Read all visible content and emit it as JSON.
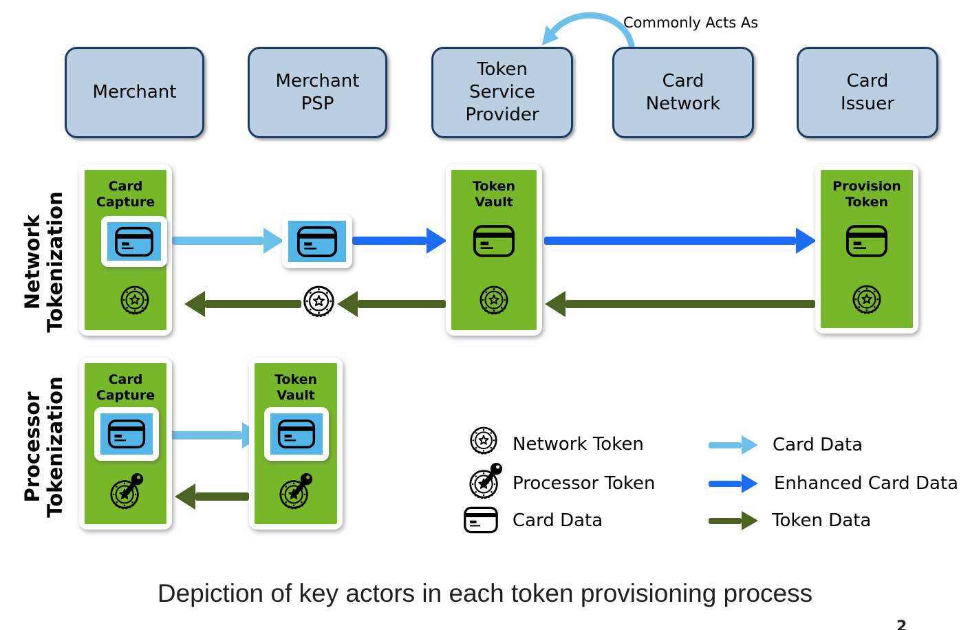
{
  "colors": {
    "actor_fill": "#bad0e2",
    "actor_border": "#1b3a66",
    "green": "#77b82b",
    "light_blue": "#6cc0ea",
    "card_bg_blue": "#54b5e8",
    "blue": "#1c6cf4",
    "olive": "#4b6222",
    "text": "#000000"
  },
  "top_annotation": {
    "label": "Commonly Acts As"
  },
  "actors": [
    {
      "label": "Merchant"
    },
    {
      "label": "Merchant PSP"
    },
    {
      "label": "Token Service Provider"
    },
    {
      "label": "Card Network"
    },
    {
      "label": "Card Issuer"
    }
  ],
  "rows": [
    {
      "label": "Network Tokenization",
      "nodes": [
        {
          "title": "Card Capture",
          "icons": [
            "card-in-blue-chip",
            "network-token-coin"
          ]
        },
        {
          "title": "Token Vault",
          "icons": [
            "card",
            "network-token-coin"
          ]
        },
        {
          "title": "Provision Token",
          "icons": [
            "card",
            "network-token-coin"
          ]
        }
      ]
    },
    {
      "label": "Processor Tokenization",
      "nodes": [
        {
          "title": "Card Capture",
          "icons": [
            "card-in-blue-chip",
            "processor-token-coin-key"
          ]
        },
        {
          "title": "Token Vault",
          "icons": [
            "card-in-blue-chip",
            "processor-token-coin-key"
          ]
        }
      ]
    }
  ],
  "flows": [
    {
      "type": "Card Data",
      "from": "Merchant",
      "to": "Merchant PSP",
      "row": "Network Tokenization"
    },
    {
      "type": "Enhanced Card Data",
      "from": "Merchant PSP",
      "to": "Token Service Provider",
      "row": "Network Tokenization"
    },
    {
      "type": "Enhanced Card Data",
      "from": "Token Service Provider",
      "to": "Card Issuer",
      "row": "Network Tokenization"
    },
    {
      "type": "Token Data",
      "from": "Card Issuer",
      "to": "Token Service Provider",
      "row": "Network Tokenization"
    },
    {
      "type": "Token Data",
      "from": "Token Service Provider",
      "to": "Merchant",
      "row": "Network Tokenization"
    },
    {
      "type": "Card Data",
      "from": "Card Capture",
      "to": "Token Vault",
      "row": "Processor Tokenization"
    },
    {
      "type": "Token Data",
      "from": "Token Vault",
      "to": "Card Capture",
      "row": "Processor Tokenization"
    }
  ],
  "legend": {
    "items": [
      {
        "icon": "network-token-coin-icon",
        "label": "Network Token"
      },
      {
        "icon": "processor-token-coin-key-icon",
        "label": "Processor Token"
      },
      {
        "icon": "card-icon",
        "label": "Card Data"
      }
    ],
    "arrow_items": [
      {
        "color": "light_blue",
        "label": "Card Data"
      },
      {
        "color": "blue",
        "label": "Enhanced Card Data"
      },
      {
        "color": "olive",
        "label": "Token Data"
      }
    ]
  },
  "caption": "Depiction of key actors in each token provisioning process",
  "footnote_marker": "2"
}
